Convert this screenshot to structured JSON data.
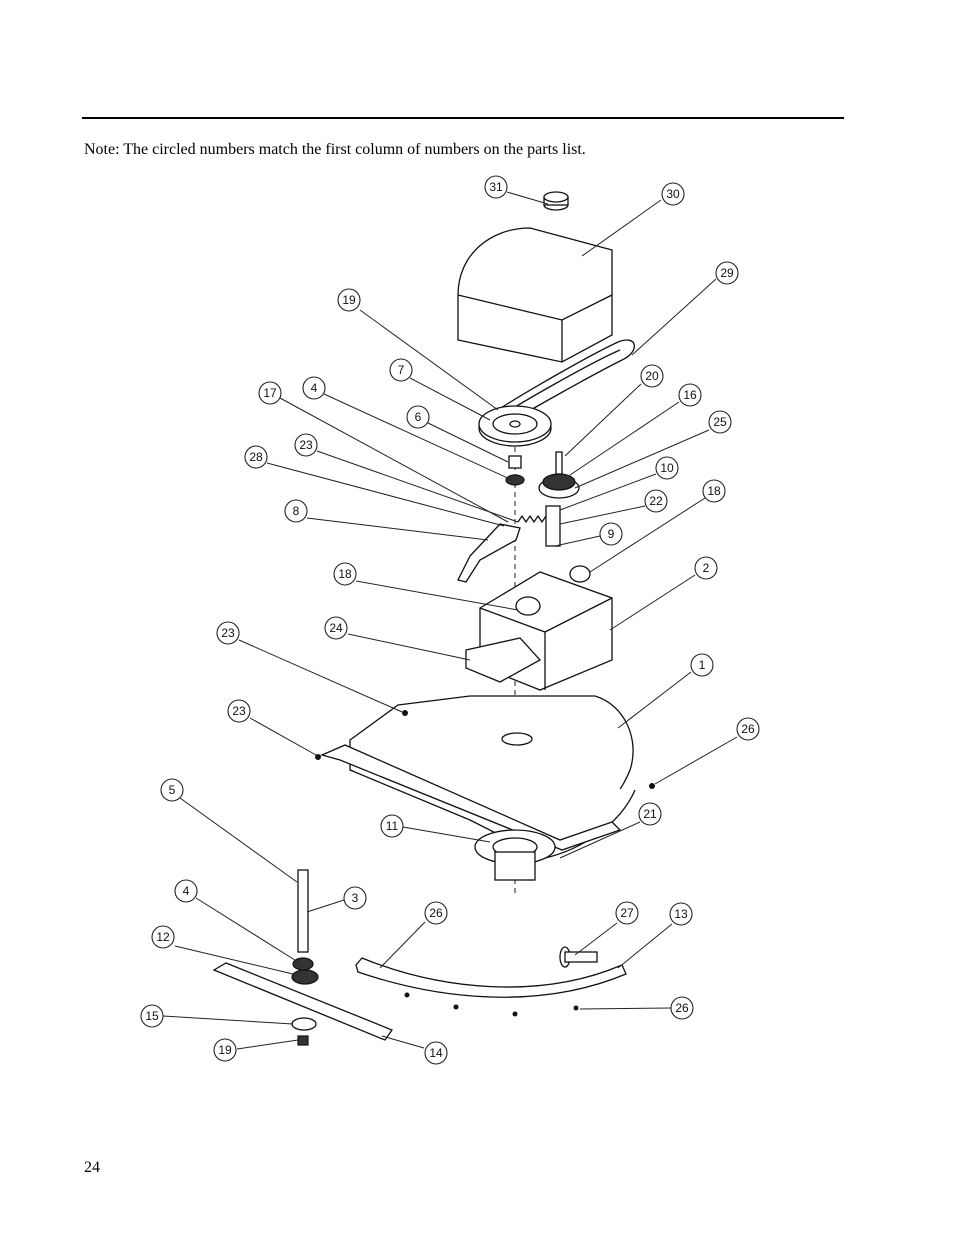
{
  "note": "Note: The circled numbers match the first column of numbers on the parts list.",
  "page_number": "24",
  "callouts": [
    {
      "label": "31"
    },
    {
      "label": "30"
    },
    {
      "label": "29"
    },
    {
      "label": "19"
    },
    {
      "label": "7"
    },
    {
      "label": "20"
    },
    {
      "label": "16"
    },
    {
      "label": "25"
    },
    {
      "label": "17"
    },
    {
      "label": "4"
    },
    {
      "label": "6"
    },
    {
      "label": "23"
    },
    {
      "label": "28"
    },
    {
      "label": "10"
    },
    {
      "label": "22"
    },
    {
      "label": "18"
    },
    {
      "label": "8"
    },
    {
      "label": "9"
    },
    {
      "label": "18"
    },
    {
      "label": "2"
    },
    {
      "label": "24"
    },
    {
      "label": "23"
    },
    {
      "label": "1"
    },
    {
      "label": "23"
    },
    {
      "label": "26"
    },
    {
      "label": "5"
    },
    {
      "label": "11"
    },
    {
      "label": "21"
    },
    {
      "label": "3"
    },
    {
      "label": "4"
    },
    {
      "label": "26"
    },
    {
      "label": "27"
    },
    {
      "label": "13"
    },
    {
      "label": "12"
    },
    {
      "label": "26"
    },
    {
      "label": "15"
    },
    {
      "label": "14"
    },
    {
      "label": "19"
    }
  ]
}
